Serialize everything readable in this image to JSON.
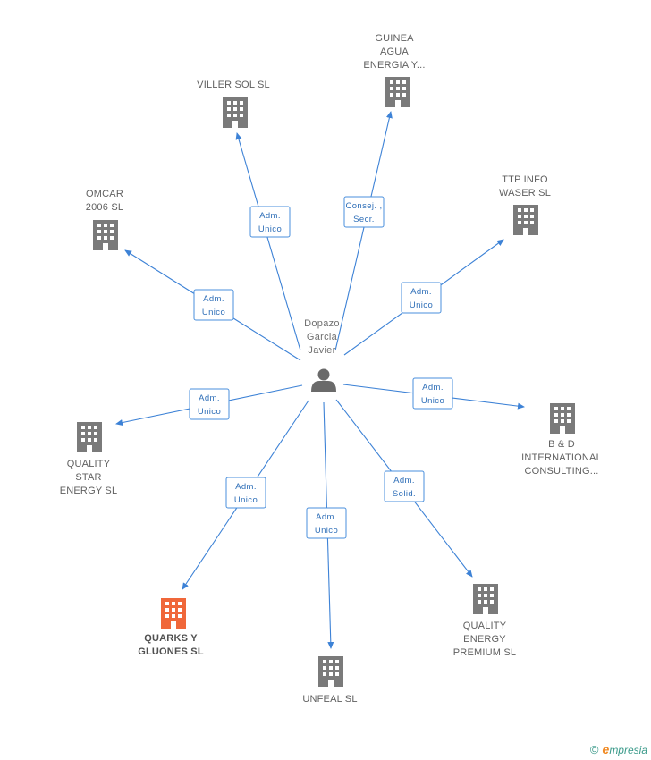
{
  "person": {
    "name_lines": [
      "Dopazo",
      "Garcia",
      "Javier"
    ],
    "icon": "person-icon"
  },
  "companies": [
    {
      "id": "villersol",
      "name_lines": [
        "VILLER SOL  SL"
      ],
      "highlight": false,
      "icon": "building-icon"
    },
    {
      "id": "guinea",
      "name_lines": [
        "GUINEA",
        "AGUA",
        "ENERGIA Y..."
      ],
      "highlight": false,
      "icon": "building-icon"
    },
    {
      "id": "omcar",
      "name_lines": [
        "OMCAR",
        "2006  SL"
      ],
      "highlight": false,
      "icon": "building-icon"
    },
    {
      "id": "ttp",
      "name_lines": [
        "TTP INFO",
        "WASER SL"
      ],
      "highlight": false,
      "icon": "building-icon"
    },
    {
      "id": "qstar",
      "name_lines": [
        "QUALITY",
        "STAR",
        "ENERGY SL"
      ],
      "highlight": false,
      "icon": "building-icon"
    },
    {
      "id": "bd",
      "name_lines": [
        "B & D",
        "INTERNATIONAL",
        "CONSULTING..."
      ],
      "highlight": false,
      "icon": "building-icon"
    },
    {
      "id": "quarks",
      "name_lines": [
        "QUARKS Y",
        "GLUONES  SL"
      ],
      "highlight": true,
      "icon": "building-icon"
    },
    {
      "id": "unfeal",
      "name_lines": [
        "UNFEAL SL"
      ],
      "highlight": false,
      "icon": "building-icon"
    },
    {
      "id": "qpremium",
      "name_lines": [
        "QUALITY",
        "ENERGY",
        "PREMIUM SL"
      ],
      "highlight": false,
      "icon": "building-icon"
    }
  ],
  "relations": [
    {
      "target": "villersol",
      "role_lines": [
        "Adm.",
        "Unico"
      ]
    },
    {
      "target": "guinea",
      "role_lines": [
        "Consej. ,",
        "Secr."
      ]
    },
    {
      "target": "omcar",
      "role_lines": [
        "Adm.",
        "Unico"
      ]
    },
    {
      "target": "ttp",
      "role_lines": [
        "Adm.",
        "Unico"
      ]
    },
    {
      "target": "qstar",
      "role_lines": [
        "Adm.",
        "Unico"
      ]
    },
    {
      "target": "bd",
      "role_lines": [
        "Adm.",
        "Unico"
      ]
    },
    {
      "target": "quarks",
      "role_lines": [
        "Adm.",
        "Unico"
      ]
    },
    {
      "target": "unfeal",
      "role_lines": [
        "Adm.",
        "Unico"
      ]
    },
    {
      "target": "qpremium",
      "role_lines": [
        "Adm.",
        "Solid."
      ]
    }
  ],
  "colors": {
    "building": "#7a7a7a",
    "building_highlight": "#f0673a",
    "edge": "#3d82d6",
    "person": "#6a6a6a"
  },
  "watermark": {
    "copyright": "©",
    "brand_initial": "e",
    "brand_rest": "mpresia"
  }
}
